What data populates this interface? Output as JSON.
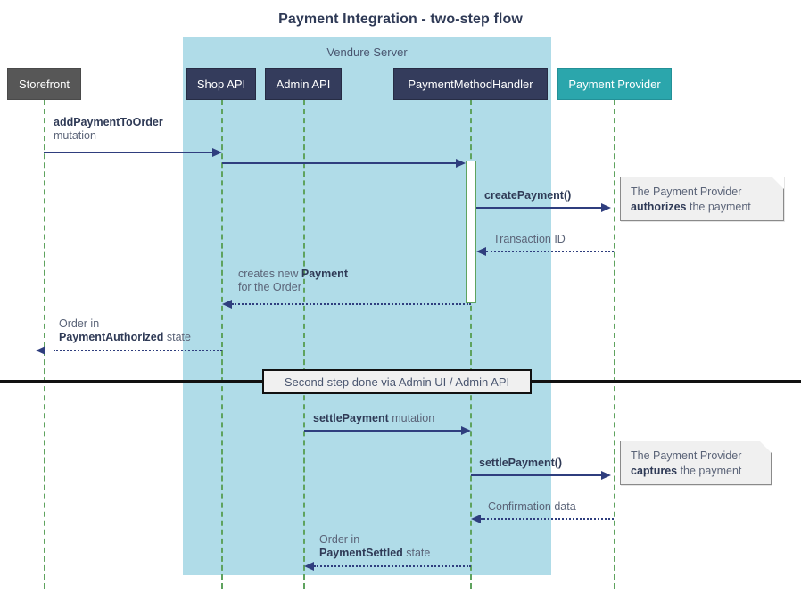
{
  "title": "Payment Integration - two-step flow",
  "group": {
    "label": "Vendure Server",
    "color": "#b0dce8"
  },
  "participants": [
    {
      "id": "storefront",
      "label": "Storefront",
      "color": "#575757"
    },
    {
      "id": "shop-api",
      "label": "Shop API",
      "color": "#343c5c"
    },
    {
      "id": "admin-api",
      "label": "Admin API",
      "color": "#343c5c"
    },
    {
      "id": "handler",
      "label": "PaymentMethodHandler",
      "color": "#343c5c"
    },
    {
      "id": "provider",
      "label": "Payment Provider",
      "color": "#2ba6ac"
    }
  ],
  "messages": [
    {
      "id": "m1",
      "from": "storefront",
      "to": "shop-api",
      "style": "solid",
      "label_line1_bold": "addPaymentToOrder",
      "label_line1_rest": "",
      "label_line2": "mutation"
    },
    {
      "id": "m2",
      "from": "shop-api",
      "to": "handler",
      "style": "solid",
      "label_line1_bold": "",
      "label_line1_rest": "",
      "label_line2": ""
    },
    {
      "id": "m3",
      "from": "handler",
      "to": "provider",
      "style": "solid",
      "label_line1_bold": "createPayment()",
      "label_line1_rest": "",
      "label_line2": ""
    },
    {
      "id": "m4",
      "from": "provider",
      "to": "handler",
      "style": "dotted",
      "label_line1_bold": "",
      "label_line1_rest": "Transaction ID",
      "label_line2": ""
    },
    {
      "id": "m5",
      "from": "handler",
      "to": "shop-api",
      "style": "dotted",
      "label_line1_pre": "creates new ",
      "label_line1_bold": "Payment",
      "label_line2": "for the Order"
    },
    {
      "id": "m6",
      "from": "shop-api",
      "to": "storefront",
      "style": "dotted",
      "label_line1_rest": "Order in",
      "label_line2_bold": "PaymentAuthorized",
      "label_line2_rest": " state"
    },
    {
      "id": "m7",
      "from": "admin-api",
      "to": "handler",
      "style": "solid",
      "label_line1_bold": "settlePayment",
      "label_line1_rest": " mutation"
    },
    {
      "id": "m8",
      "from": "handler",
      "to": "provider",
      "style": "solid",
      "label_line1_bold": "settlePayment()",
      "label_line1_rest": ""
    },
    {
      "id": "m9",
      "from": "provider",
      "to": "handler",
      "style": "dotted",
      "label_line1_rest": "Confirmation data"
    },
    {
      "id": "m10",
      "from": "handler",
      "to": "admin-api",
      "style": "dotted",
      "label_line1_rest": "Order in",
      "label_line2_bold": "PaymentSettled",
      "label_line2_rest": " state"
    }
  ],
  "notes": [
    {
      "id": "note-authorize",
      "line1": "The Payment Provider",
      "line2_bold": "authorizes",
      "line2_rest": " the payment"
    },
    {
      "id": "note-capture",
      "line1": "The Payment Provider",
      "line2_bold": "captures",
      "line2_rest": " the payment"
    }
  ],
  "divider": {
    "label": "Second step done via Admin UI / Admin API"
  },
  "labels": {
    "m1_l1": "addPaymentToOrder",
    "m1_l2": "mutation",
    "m3_l1": "createPayment()",
    "m4_l1": "Transaction ID",
    "m5_pre": "creates new ",
    "m5_bold": "Payment",
    "m5_l2": "for the Order",
    "m6_l1": "Order in",
    "m6_bold": "PaymentAuthorized",
    "m6_rest": " state",
    "m7_bold": "settlePayment",
    "m7_rest": " mutation",
    "m8_l1": "settlePayment()",
    "m9_l1": "Confirmation data",
    "m10_l1": "Order in",
    "m10_bold": "PaymentSettled",
    "m10_rest": " state"
  }
}
